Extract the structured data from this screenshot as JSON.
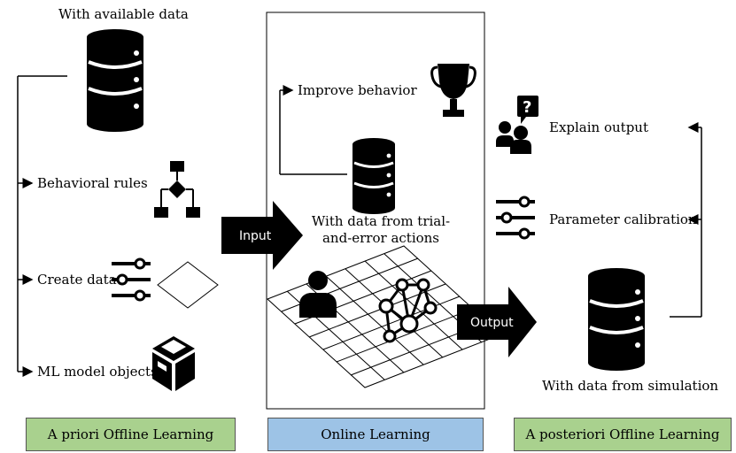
{
  "left": {
    "title": "With available data",
    "items": [
      "Behavioral rules",
      "Create data",
      "ML model objects"
    ]
  },
  "center": {
    "improve": "Improve behavior",
    "trial_data": [
      "With data from trial-",
      "and-error actions"
    ],
    "input": "Input",
    "output": "Output"
  },
  "right": {
    "items": [
      "Explain output",
      "Parameter calibration"
    ],
    "sim_data": "With data from simulation"
  },
  "footers": [
    "A priori Offline Learning",
    "Online Learning",
    "A posteriori Offline Learning"
  ],
  "colors": {
    "green": "#a9d18e",
    "blue": "#9dc3e6"
  },
  "icons": [
    "database-icon",
    "flowchart-icon",
    "sliders-icon",
    "box-icon",
    "trophy-icon",
    "person-icon",
    "network-icon",
    "question-people-icon"
  ]
}
